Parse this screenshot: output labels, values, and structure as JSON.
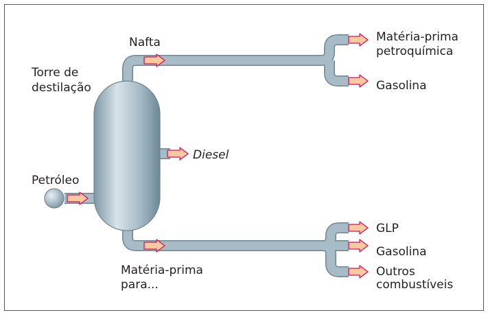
{
  "diagram": {
    "labels": {
      "tower": [
        "Torre de",
        "destilação"
      ],
      "input": "Petróleo",
      "top_product": "Nafta",
      "middle_product": "Diesel",
      "bottom_product": [
        "Matéria-prima",
        "para..."
      ],
      "top_outputs": [
        [
          "Matéria-prima",
          "petroquímica"
        ],
        [
          "Gasolina"
        ]
      ],
      "bottom_outputs": [
        [
          "GLP"
        ],
        [
          "Gasolina"
        ],
        [
          "Outros",
          "combustíveis"
        ]
      ]
    },
    "colors": {
      "pipe": "#a7bcc6",
      "pipe_edge": "#6f8590",
      "arrow_fill": "#f9c9a0",
      "arrow_stroke": "#d4145a",
      "border": "#555555"
    }
  }
}
